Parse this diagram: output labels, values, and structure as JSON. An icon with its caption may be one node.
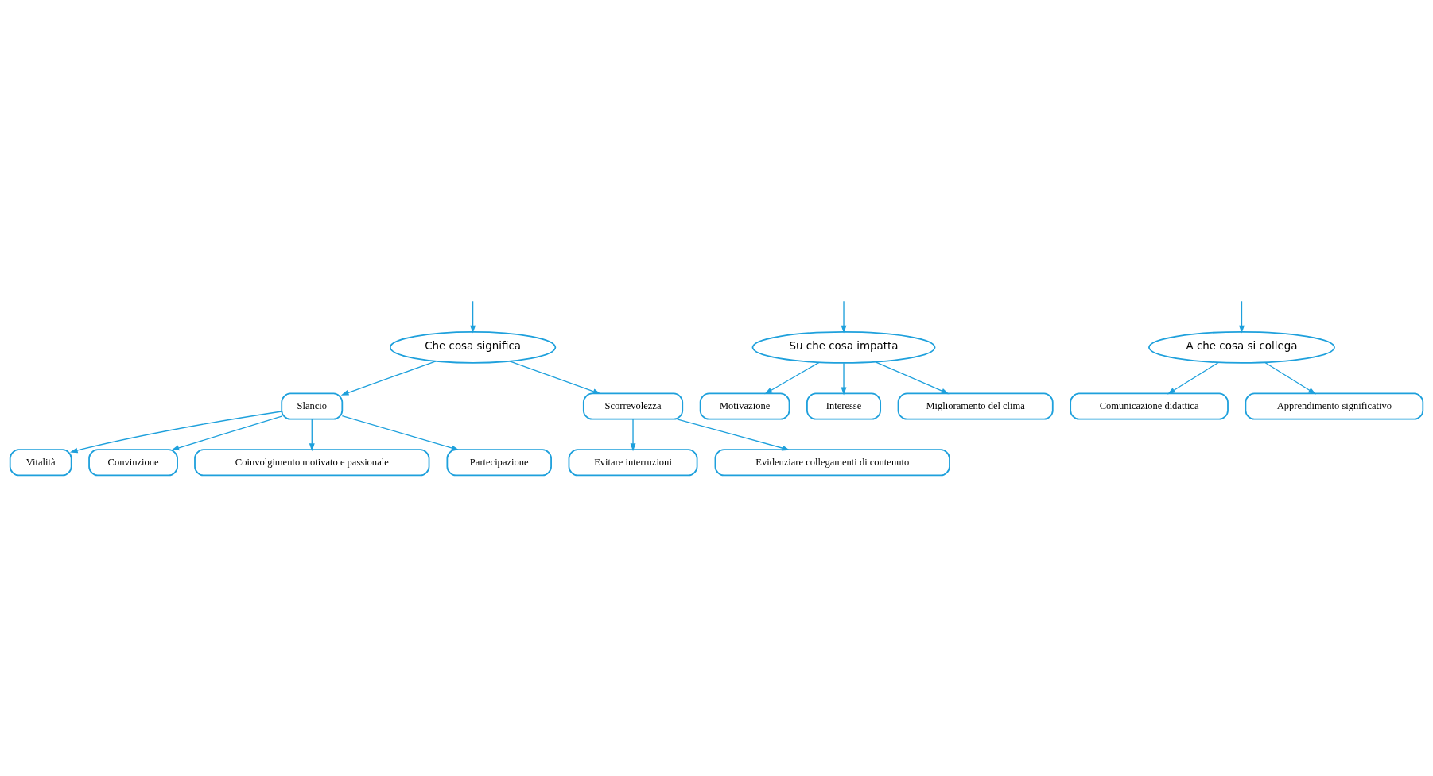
{
  "diagram": {
    "nodes": [
      {
        "text": [
          "Che cosa significa"
        ]
      },
      {
        "text": [
          "Su che cosa impatta"
        ]
      },
      {
        "text": [
          "A che cosa si collega"
        ]
      },
      {
        "text": [
          "Slancio"
        ]
      },
      {
        "text": [
          "Scorrevolezza"
        ]
      },
      {
        "text": [
          "Motivazione"
        ]
      },
      {
        "text": [
          "Interesse"
        ]
      },
      {
        "text": [
          "Miglioramento del clima"
        ]
      },
      {
        "text": [
          "Comunicazione didattica"
        ]
      },
      {
        "text": [
          "Apprendimento significativo"
        ]
      },
      {
        "text": [
          "Vitalità"
        ]
      },
      {
        "text": [
          "Convinzione"
        ]
      },
      {
        "text": [
          "Coinvolgimento motivato e passionale"
        ]
      },
      {
        "text": [
          "Partecipazione"
        ]
      },
      {
        "text": [
          "Evitare interruzioni"
        ]
      },
      {
        "text": [
          "Evidenziare collegamenti di contenuto"
        ]
      }
    ],
    "edges": [
      {
        "from": null,
        "to": 0,
        "arrow": "to"
      },
      {
        "from": null,
        "to": 1,
        "arrow": "to"
      },
      {
        "from": null,
        "to": 2,
        "arrow": "to"
      },
      {
        "from": 0,
        "to": 3,
        "arrow": "to"
      },
      {
        "from": 0,
        "to": 4,
        "arrow": "to"
      },
      {
        "from": 1,
        "to": 5,
        "arrow": "to"
      },
      {
        "from": 1,
        "to": 7,
        "arrow": "to"
      },
      {
        "from": 1,
        "to": 6,
        "arrow": "to"
      },
      {
        "from": 2,
        "to": 8,
        "arrow": "to"
      },
      {
        "from": 2,
        "to": 9,
        "arrow": "to"
      },
      {
        "from": 3,
        "to": 12,
        "arrow": "to"
      },
      {
        "from": 3,
        "to": 13,
        "arrow": "to"
      },
      {
        "from": 3,
        "to": 11,
        "arrow": "to"
      },
      {
        "from": 3,
        "to": 10,
        "arrow": "to"
      },
      {
        "from": 4,
        "to": 14,
        "arrow": "to"
      },
      {
        "from": 4,
        "to": 15,
        "arrow": "to"
      }
    ]
  }
}
